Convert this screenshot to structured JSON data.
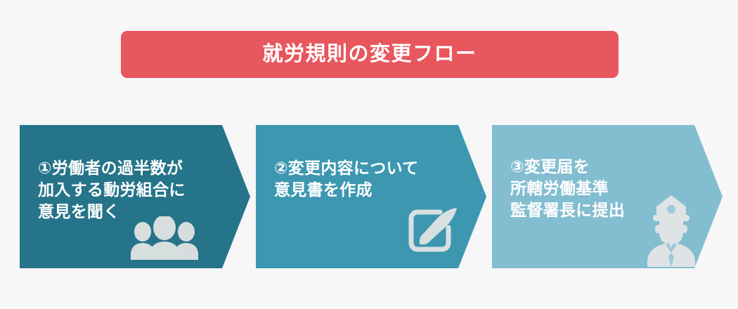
{
  "title": {
    "text": "就労規則の変更フロー",
    "background_color": "#e8565e",
    "text_color": "#ffffff"
  },
  "page": {
    "background_color": "#f7f7f7"
  },
  "flow": {
    "steps": [
      {
        "number": "①",
        "text": "①労働者の過半数が\n 加入する動労組合に\n 意見を聞く",
        "icon": "people-group-icon",
        "color": "#25748a"
      },
      {
        "number": "②",
        "text": "②変更内容について\n 意見書を作成",
        "icon": "pen-write-square-icon",
        "color": "#3d97b0"
      },
      {
        "number": "③",
        "text": "③変更届を\n 所轄労働基準\n 監督署長に提出",
        "icon": "officer-person-icon",
        "color": "#83bdd0"
      }
    ]
  }
}
